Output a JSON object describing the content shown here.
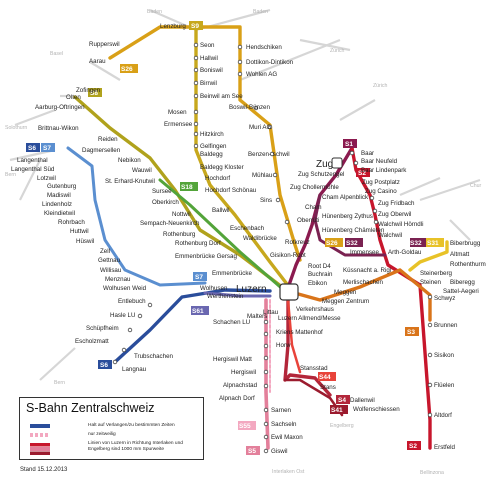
{
  "title": "S-Bahn Zentralschweiz",
  "stand": "Stand 15.12.2013",
  "legend": {
    "row1": "Halt auf Verlangen/zu bestimmten Zeiten",
    "row2": "nur zeitweilig",
    "row3": "Linien von Luzern in Richtung Interlaken und Engelberg sind 1000 mm Spurweite"
  },
  "lines": [
    {
      "id": "S1",
      "color": "#8b1a4f"
    },
    {
      "id": "S2",
      "color": "#c7162c"
    },
    {
      "id": "S3",
      "color": "#d9741a"
    },
    {
      "id": "S4",
      "color": "#b3263a"
    },
    {
      "id": "S41",
      "color": "#9b1b2e"
    },
    {
      "id": "S44",
      "color": "#e8433a"
    },
    {
      "id": "S5",
      "color": "#e3809b"
    },
    {
      "id": "S55",
      "color": "#f3a8c0"
    },
    {
      "id": "S6",
      "color": "#2a4d9b"
    },
    {
      "id": "S61",
      "color": "#6a67b0"
    },
    {
      "id": "S7",
      "color": "#5b8fd0"
    },
    {
      "id": "S8",
      "color": "#b0a21c"
    },
    {
      "id": "S9",
      "color": "#c7a81d"
    },
    {
      "id": "S18",
      "color": "#53a43a"
    },
    {
      "id": "S26",
      "color": "#d9a017"
    },
    {
      "id": "S31",
      "color": "#e8c227"
    },
    {
      "id": "S32",
      "color": "#7a2251"
    }
  ],
  "badges": {
    "b_s9": "S9",
    "b_s26a": "S26",
    "b_s8": "S8",
    "b_s6a": "S6",
    "b_s7a": "S7",
    "b_s18": "S18",
    "b_s1": "S1",
    "b_s2a": "S2",
    "b_s26b": "S26",
    "b_s32a": "S32",
    "b_s31": "S31",
    "b_s32b": "S32",
    "b_s3": "S3",
    "b_s61": "S61",
    "b_s7b": "S7",
    "b_s6b": "S6",
    "b_s44": "S44",
    "b_s4": "S4",
    "b_s41": "S41",
    "b_s55": "S55",
    "b_s5": "S5",
    "b_s2b": "S2"
  },
  "places": {
    "luzern": "Luzern",
    "zug": "Zug"
  },
  "edges": {
    "baden1": "Baden",
    "baden2": "Baden",
    "basel": "Basel",
    "zuerich1": "Zürich",
    "zuerich2": "Zürich",
    "olten_s": "Solothurn",
    "bern1": "Bern",
    "bern2": "Bern",
    "chur": "Chur",
    "interlaken": "Interlaken Ost",
    "engelberg": "Engelberg",
    "bellinzona": "Bellinzona"
  },
  "stations": {
    "lenzburg": "Lenzburg",
    "seon": "Seon",
    "hallwil": "Hallwil",
    "boniswil": "Boniswil",
    "birrwil": "Birrwil",
    "beinwil": "Beinwil am See",
    "mosen": "Mosen",
    "ermensee": "Ermensee",
    "hitzkirch": "Hitzkirch",
    "gelfingen": "Gelfingen",
    "baldegg": "Baldegg",
    "baldegg_kl": "Baldegg Kloster",
    "hochdorf": "Hochdorf",
    "hochdorf_s": "Hochdorf Schönau",
    "ballwil": "Ballwil",
    "eschenbach": "Eschenbach",
    "waldibruecke": "Waldibrücke",
    "rothenburg_d": "Rothenburg Dorf",
    "emmenbruecke_g": "Emmenbrücke Gersag",
    "emmenbruecke": "Emmenbrücke",
    "hendschiken": "Hendschiken",
    "dottikon": "Dottikon-Dintikon",
    "wohlen": "Wohlen AG",
    "boswil": "Boswil-Bünzen",
    "muri": "Muri AG",
    "benzenschwil": "Benzen- schwil",
    "muehlau": "Mühlau",
    "sins": "Sins",
    "oberrueti": "Oberrüti",
    "rotkreuz": "Rotkreuz",
    "gisikon": "Gisikon-Root",
    "root_d4": "Root D4",
    "buchrain": "Buchrain",
    "ebikon": "Ebikon",
    "rupperswil": "Rupperswil",
    "aarau": "Aarau",
    "olten": "Olten",
    "zofingen": "Zofingen",
    "aarburg": "Aarburg-Oftringen",
    "brittnau": "Brittnau-Wikon",
    "reiden": "Reiden",
    "dagmersellen": "Dagmersellen",
    "nebikon": "Nebikon",
    "wauwil": "Wauwil",
    "st_erhard": "St. Erhard-Knutwil",
    "sursee": "Sursee",
    "oberkirch": "Oberkirch",
    "nottwil": "Nottwil",
    "sempach": "Sempach-Neuenkirch",
    "rothenburg": "Rothenburg",
    "langenthal": "Langenthal",
    "langenthal_s": "Langenthal Süd",
    "lotzwil": "Lotzwil",
    "gutenburg": "Gutenburg",
    "madiswil": "Madiswil",
    "lindenholz": "Lindenholz",
    "kleindietwil": "Kleindietwil",
    "rohrbach": "Rohrbach",
    "huttwil": "Huttwil",
    "huesvil": "Hüswil",
    "zell": "Zell",
    "gettnau": "Gettnau",
    "willisau": "Willisau",
    "menznau": "Menznau",
    "wolhusen_w": "Wolhusen Weid",
    "wolhusen": "Wolhusen",
    "entlebuch": "Entlebuch",
    "hasle": "Hasle LU",
    "schuepfheim": "Schüpfheim",
    "escholzmatt": "Escholzmatt",
    "trubschachen": "Trubschachen",
    "langnau": "Langnau",
    "werthenstein": "Werthenstein",
    "malters": "Malters",
    "littau": "Littau",
    "schachen": "Schachen LU",
    "baar": "Baar",
    "baar_n": "Baar Neufeld",
    "baar_l": "Baar Lindenpark",
    "zug_sch": "Zug Schutzengel",
    "zug_ch": "Zug Chollermühle",
    "cham_a": "Cham Alpenblick",
    "cham": "Cham",
    "huenenberg_z": "Hünenberg Zythus",
    "huenenberg_c": "Hünenberg Chämleten",
    "zug_post": "Zug Postplatz",
    "zug_cas": "Zug Casino",
    "zug_fri": "Zug Fridbach",
    "zug_ob": "Zug Oberwil",
    "walchwil_h": "Walchwil Hörndli",
    "walchwil": "Walchwil",
    "arth": "Arth-Goldau",
    "immensee": "Immensee",
    "kuessnacht": "Küssnacht a. Rigi",
    "merlischachen": "Merlischachen",
    "meggen": "Meggen",
    "meggen_z": "Meggen Zentrum",
    "verkehrshaus": "Verkehrshaus",
    "luzern_a": "Luzern Allmend/Messe",
    "kriens": "Kriens Mattenhof",
    "horw": "Horw",
    "hergiswil_m": "Hergiswil Matt",
    "hergiswil": "Hergiswil",
    "stansstad": "Stansstad",
    "alpnachstad": "Alpnachstad",
    "stans": "Stans",
    "dallenwil": "Dallenwil",
    "wolfenschiessen": "Wolfenschiessen",
    "alpnach_d": "Alpnach Dorf",
    "sarnen": "Sarnen",
    "sachseln": "Sachseln",
    "ewil": "Ewil Maxon",
    "giswil": "Giswil",
    "biberbrugg": "Biberbrugg",
    "altmatt": "Altmatt",
    "rothenthurm": "Rothenthurm",
    "biberegg": "Biberegg",
    "sattel": "Sattel-Aegeri",
    "steinerberg": "Steinerberg",
    "steinen": "Steinen",
    "schwyz": "Schwyz",
    "brunnen": "Brunnen",
    "sisikon": "Sisikon",
    "flueelen": "Flüelen",
    "altdorf": "Altdorf",
    "erstfeld": "Erstfeld"
  }
}
